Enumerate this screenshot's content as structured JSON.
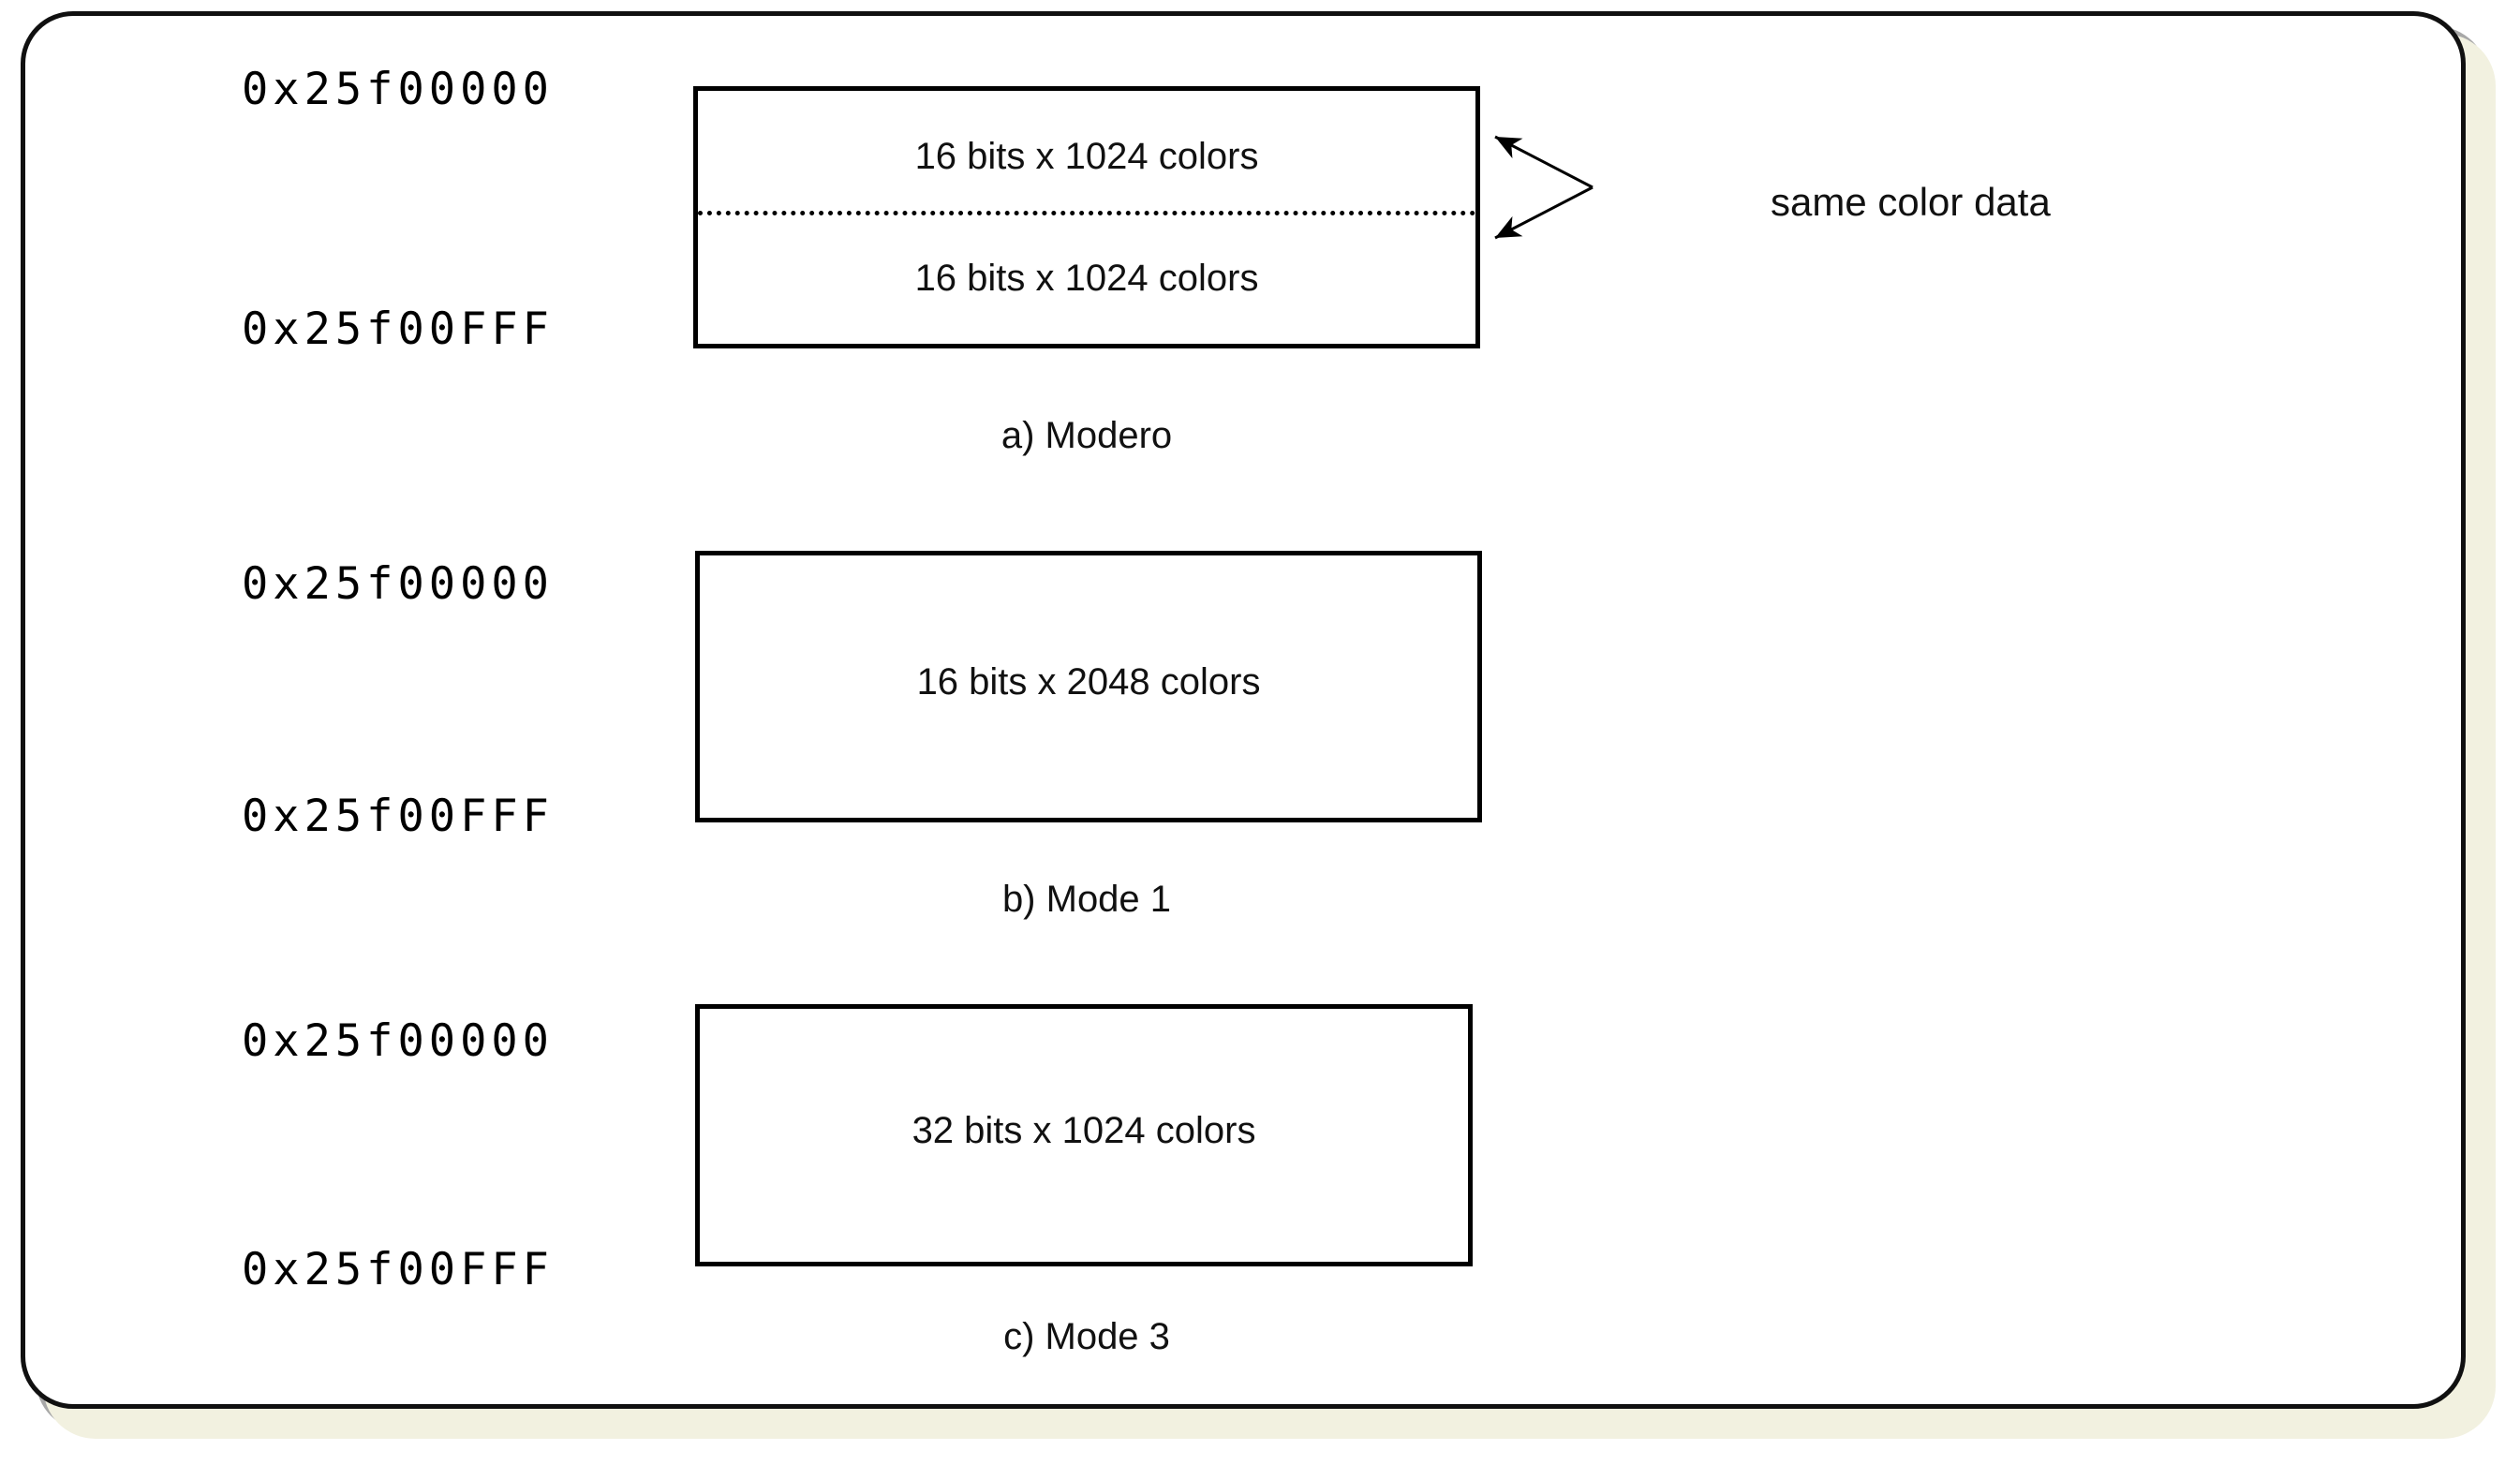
{
  "figure": {
    "title": "Memory mode layout diagram",
    "frame_style": "rounded-rectangle-with-drop-shadow",
    "border_color": "#101010",
    "shadow_color": "#a8a8a8",
    "text_color": "#111111"
  },
  "sections": [
    {
      "id": "mode0",
      "address_start": "0x25f00000",
      "address_end": "0x25f00FFF",
      "box_rows": [
        "16 bits x 1024 colors",
        "16 bits x 1024 colors"
      ],
      "divider": "dash-dot",
      "caption": "a) Modero",
      "annotation": "same color data"
    },
    {
      "id": "mode1",
      "address_start": "0x25f00000",
      "address_end": "0x25f00FFF",
      "box_rows": [
        "16 bits x 2048 colors"
      ],
      "divider": "none",
      "caption": "b) Mode 1",
      "annotation": ""
    },
    {
      "id": "mode3",
      "address_start": "0x25f00000",
      "address_end": "0x25f00FFF",
      "box_rows": [
        "32 bits x 1024 colors"
      ],
      "divider": "none",
      "caption": "c) Mode 3",
      "annotation": ""
    }
  ]
}
